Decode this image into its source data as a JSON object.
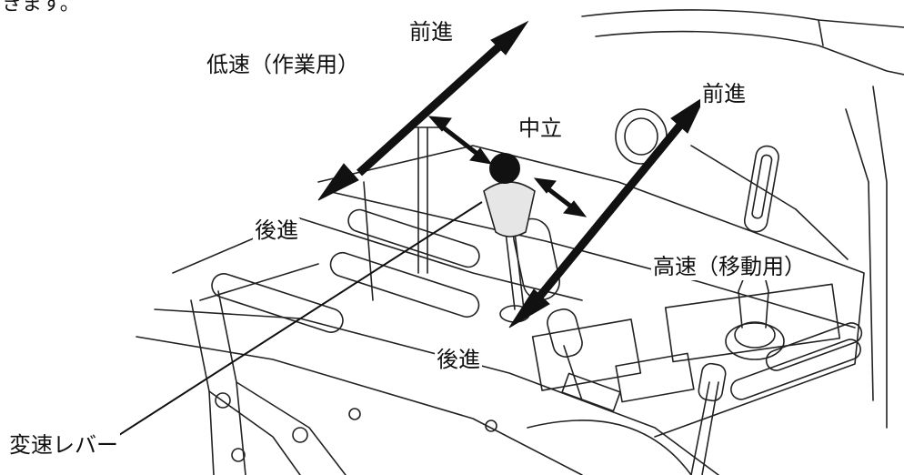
{
  "top_note": "きます。",
  "labels": {
    "low_speed": "低速（作業用）",
    "forward_low": "前進",
    "neutral": "中立",
    "forward_high": "前進",
    "reverse_low": "後進",
    "high_speed": "高速（移動用）",
    "reverse_high": "後進",
    "lever": "変速レバー"
  },
  "colors": {
    "ink": "#111111",
    "background": "#ffffff"
  }
}
